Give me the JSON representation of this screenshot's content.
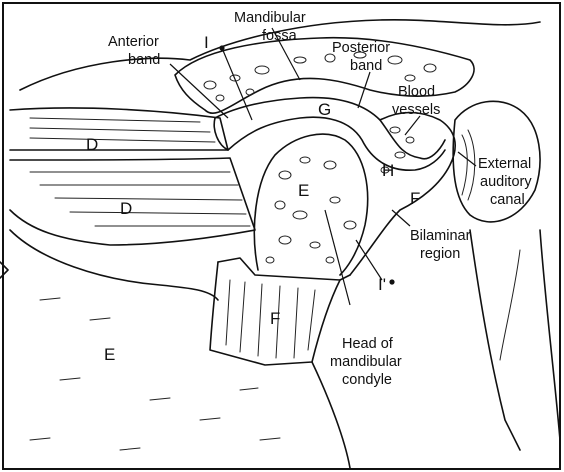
{
  "labels": {
    "mandibular_fossa_1": "Mandibular",
    "mandibular_fossa_2": "fossa",
    "anterior_band_1": "Anterior",
    "anterior_band_2": "band",
    "posterior_band_1": "Posterior",
    "posterior_band_2": "band",
    "blood_vessels_1": "Blood",
    "blood_vessels_2": "vessels",
    "external_auditory_canal_1": "External",
    "external_auditory_canal_2": "auditory",
    "external_auditory_canal_3": "canal",
    "bilaminar_region_1": "Bilaminar",
    "bilaminar_region_2": "region",
    "head_of_condyle_1": "Head of",
    "head_of_condyle_2": "mandibular",
    "head_of_condyle_3": "condyle"
  },
  "letters": {
    "i_upper": "I",
    "i_lower": "I'",
    "d_upper": "D",
    "d_lower": "D",
    "g": "G",
    "h": "H",
    "e_condyle": "E",
    "e_lower": "E",
    "f_right": "F",
    "f_neck": "F"
  }
}
